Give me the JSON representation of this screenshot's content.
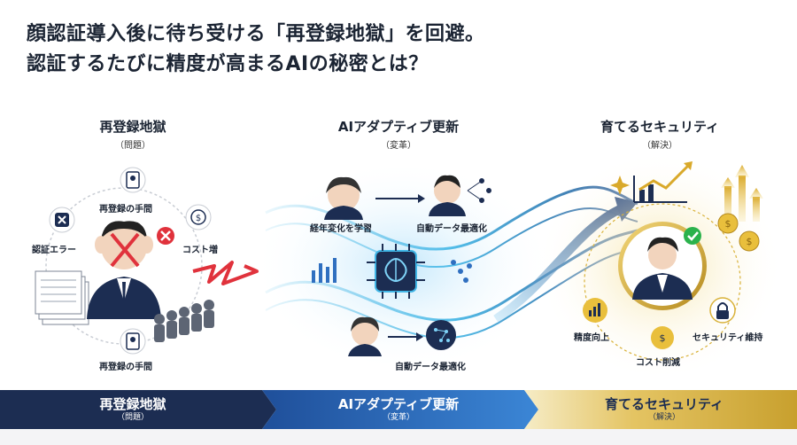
{
  "headline": {
    "line1": "顔認証導入後に待ち受ける「再登録地獄」を回避。",
    "line2": "認証するたびに精度が高まるAIの秘密とは？"
  },
  "problem": {
    "title": "再登録地獄",
    "sub": "（問題）",
    "labels": {
      "top": "再登録の手間",
      "left": "認証エラー",
      "right": "コスト増",
      "bottom": "再登録の手間"
    }
  },
  "change": {
    "title": "AIアダプティブ更新",
    "sub": "（変革）",
    "labels": {
      "aging": "経年変化を学習",
      "auto_top": "自動データ最適化",
      "auto_bottom": "自動データ最適化"
    }
  },
  "solution": {
    "title": "育てるセキュリティ",
    "sub": "（解決）",
    "labels": {
      "accuracy": "精度向上",
      "cost": "コスト削減",
      "security": "セキュリティ維持"
    }
  },
  "bar": {
    "seg1_title": "再登録地獄",
    "seg1_sub": "（問題）",
    "seg2_title": "AIアダプティブ更新",
    "seg2_sub": "（変革）",
    "seg3_title": "育てるセキュリティ",
    "seg3_sub": "（解決）"
  },
  "colors": {
    "navy": "#1c2d52",
    "blue": "#2f6fc0",
    "cyan": "#41b6e6",
    "gold": "#d9b23a",
    "red": "#e0323c",
    "green": "#2bb24c"
  }
}
